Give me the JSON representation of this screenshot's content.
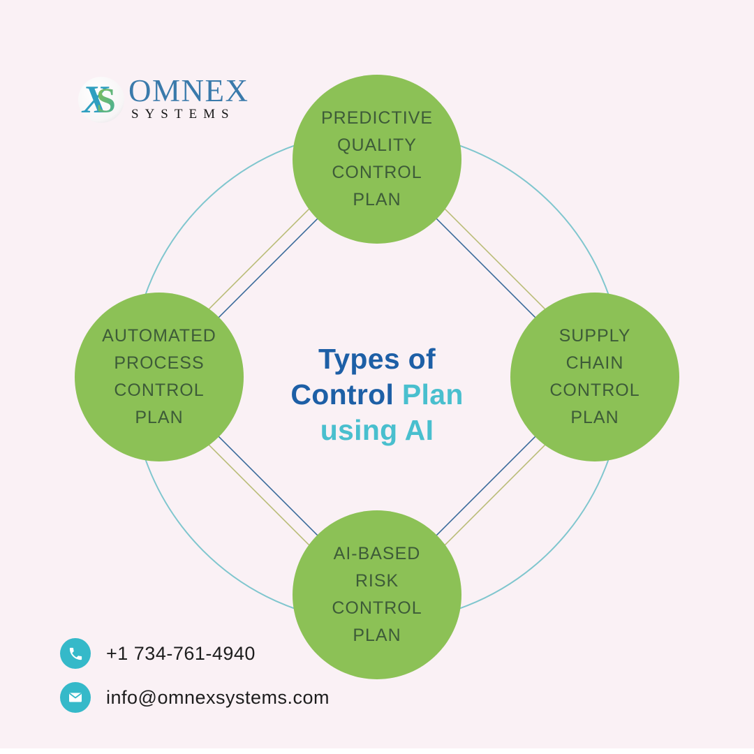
{
  "logo": {
    "name": "OMNEX",
    "tagline": "SYSTEMS"
  },
  "title": {
    "line1": "Types of",
    "line2_primary": "Control",
    "line2_accent": "Plan",
    "line3_accent": "using AI"
  },
  "nodes": {
    "top": {
      "lines": [
        "PREDICTIVE",
        "QUALITY",
        "CONTROL",
        "PLAN"
      ]
    },
    "left": {
      "lines": [
        "AUTOMATED",
        "PROCESS",
        "CONTROL",
        "PLAN"
      ]
    },
    "right": {
      "lines": [
        "SUPPLY",
        "CHAIN",
        "CONTROL",
        "PLAN"
      ]
    },
    "bottom": {
      "lines": [
        "AI-BASED",
        "RISK",
        "CONTROL",
        "PLAN"
      ]
    }
  },
  "contact": {
    "phone": "+1 734-761-4940",
    "email": "info@omnexsystems.com"
  },
  "colors": {
    "bg": "#faf1f5",
    "node-green": "#8cc156",
    "node-text": "#3d5b38",
    "title-primary": "#1d5fa6",
    "title-accent": "#49bfce",
    "ring-teal": "#7fc6ce",
    "line-blue": "#3a6b9b",
    "line-olive": "#b9bd77",
    "icon-teal": "#35b9c9",
    "contact-text": "#1d1d1d",
    "logo-blue": "#3a7aab",
    "logo-dark": "#161616",
    "footer-strip": "#ffffff"
  }
}
